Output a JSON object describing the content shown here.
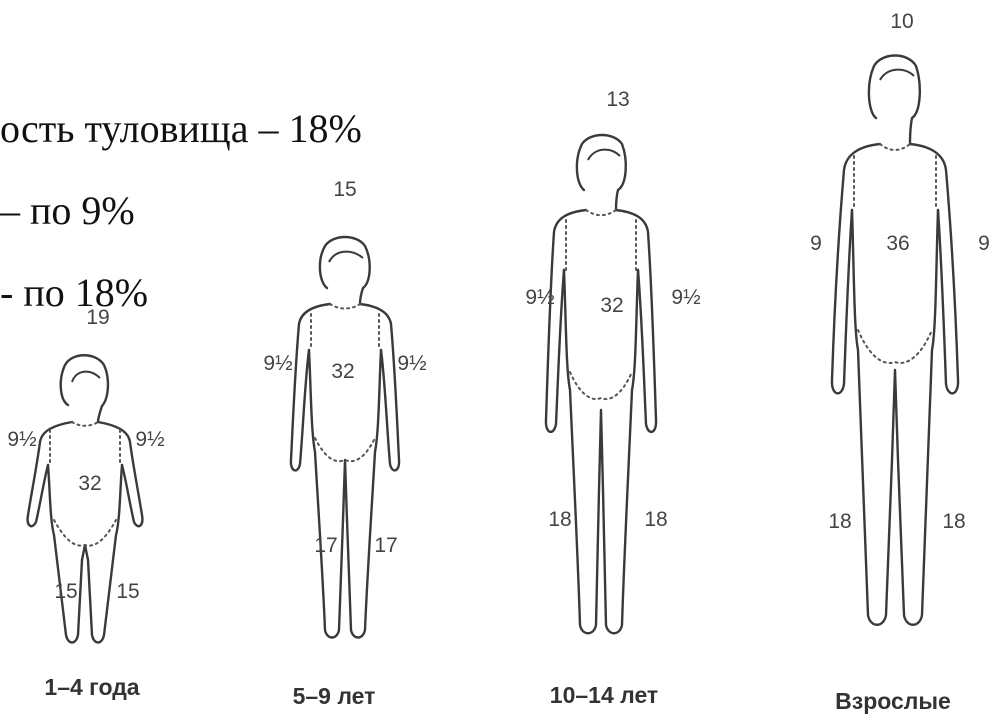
{
  "slide_text": {
    "line_1": "ость туловища – 18%",
    "line_2": "– по 9%",
    "line_3": "- по 18%"
  },
  "figures": [
    {
      "id": "child-1-4",
      "caption": "1–4 года",
      "head": "19",
      "arm_left": "9½",
      "arm_right": "9½",
      "trunk": "32",
      "leg_left": "15",
      "leg_right": "15"
    },
    {
      "id": "child-5-9",
      "caption": "5–9 лет",
      "head": "15",
      "arm_left": "9½",
      "arm_right": "9½",
      "trunk": "32",
      "leg_left": "17",
      "leg_right": "17"
    },
    {
      "id": "child-10-14",
      "caption": "10–14 лет",
      "head": "13",
      "arm_left": "9½",
      "arm_right": "9½",
      "trunk": "32",
      "leg_left": "18",
      "leg_right": "18"
    },
    {
      "id": "adult",
      "caption": "Взрослые",
      "head": "10",
      "arm_left": "9",
      "arm_right": "9",
      "trunk": "36",
      "leg_left": "18",
      "leg_right": "18"
    }
  ]
}
